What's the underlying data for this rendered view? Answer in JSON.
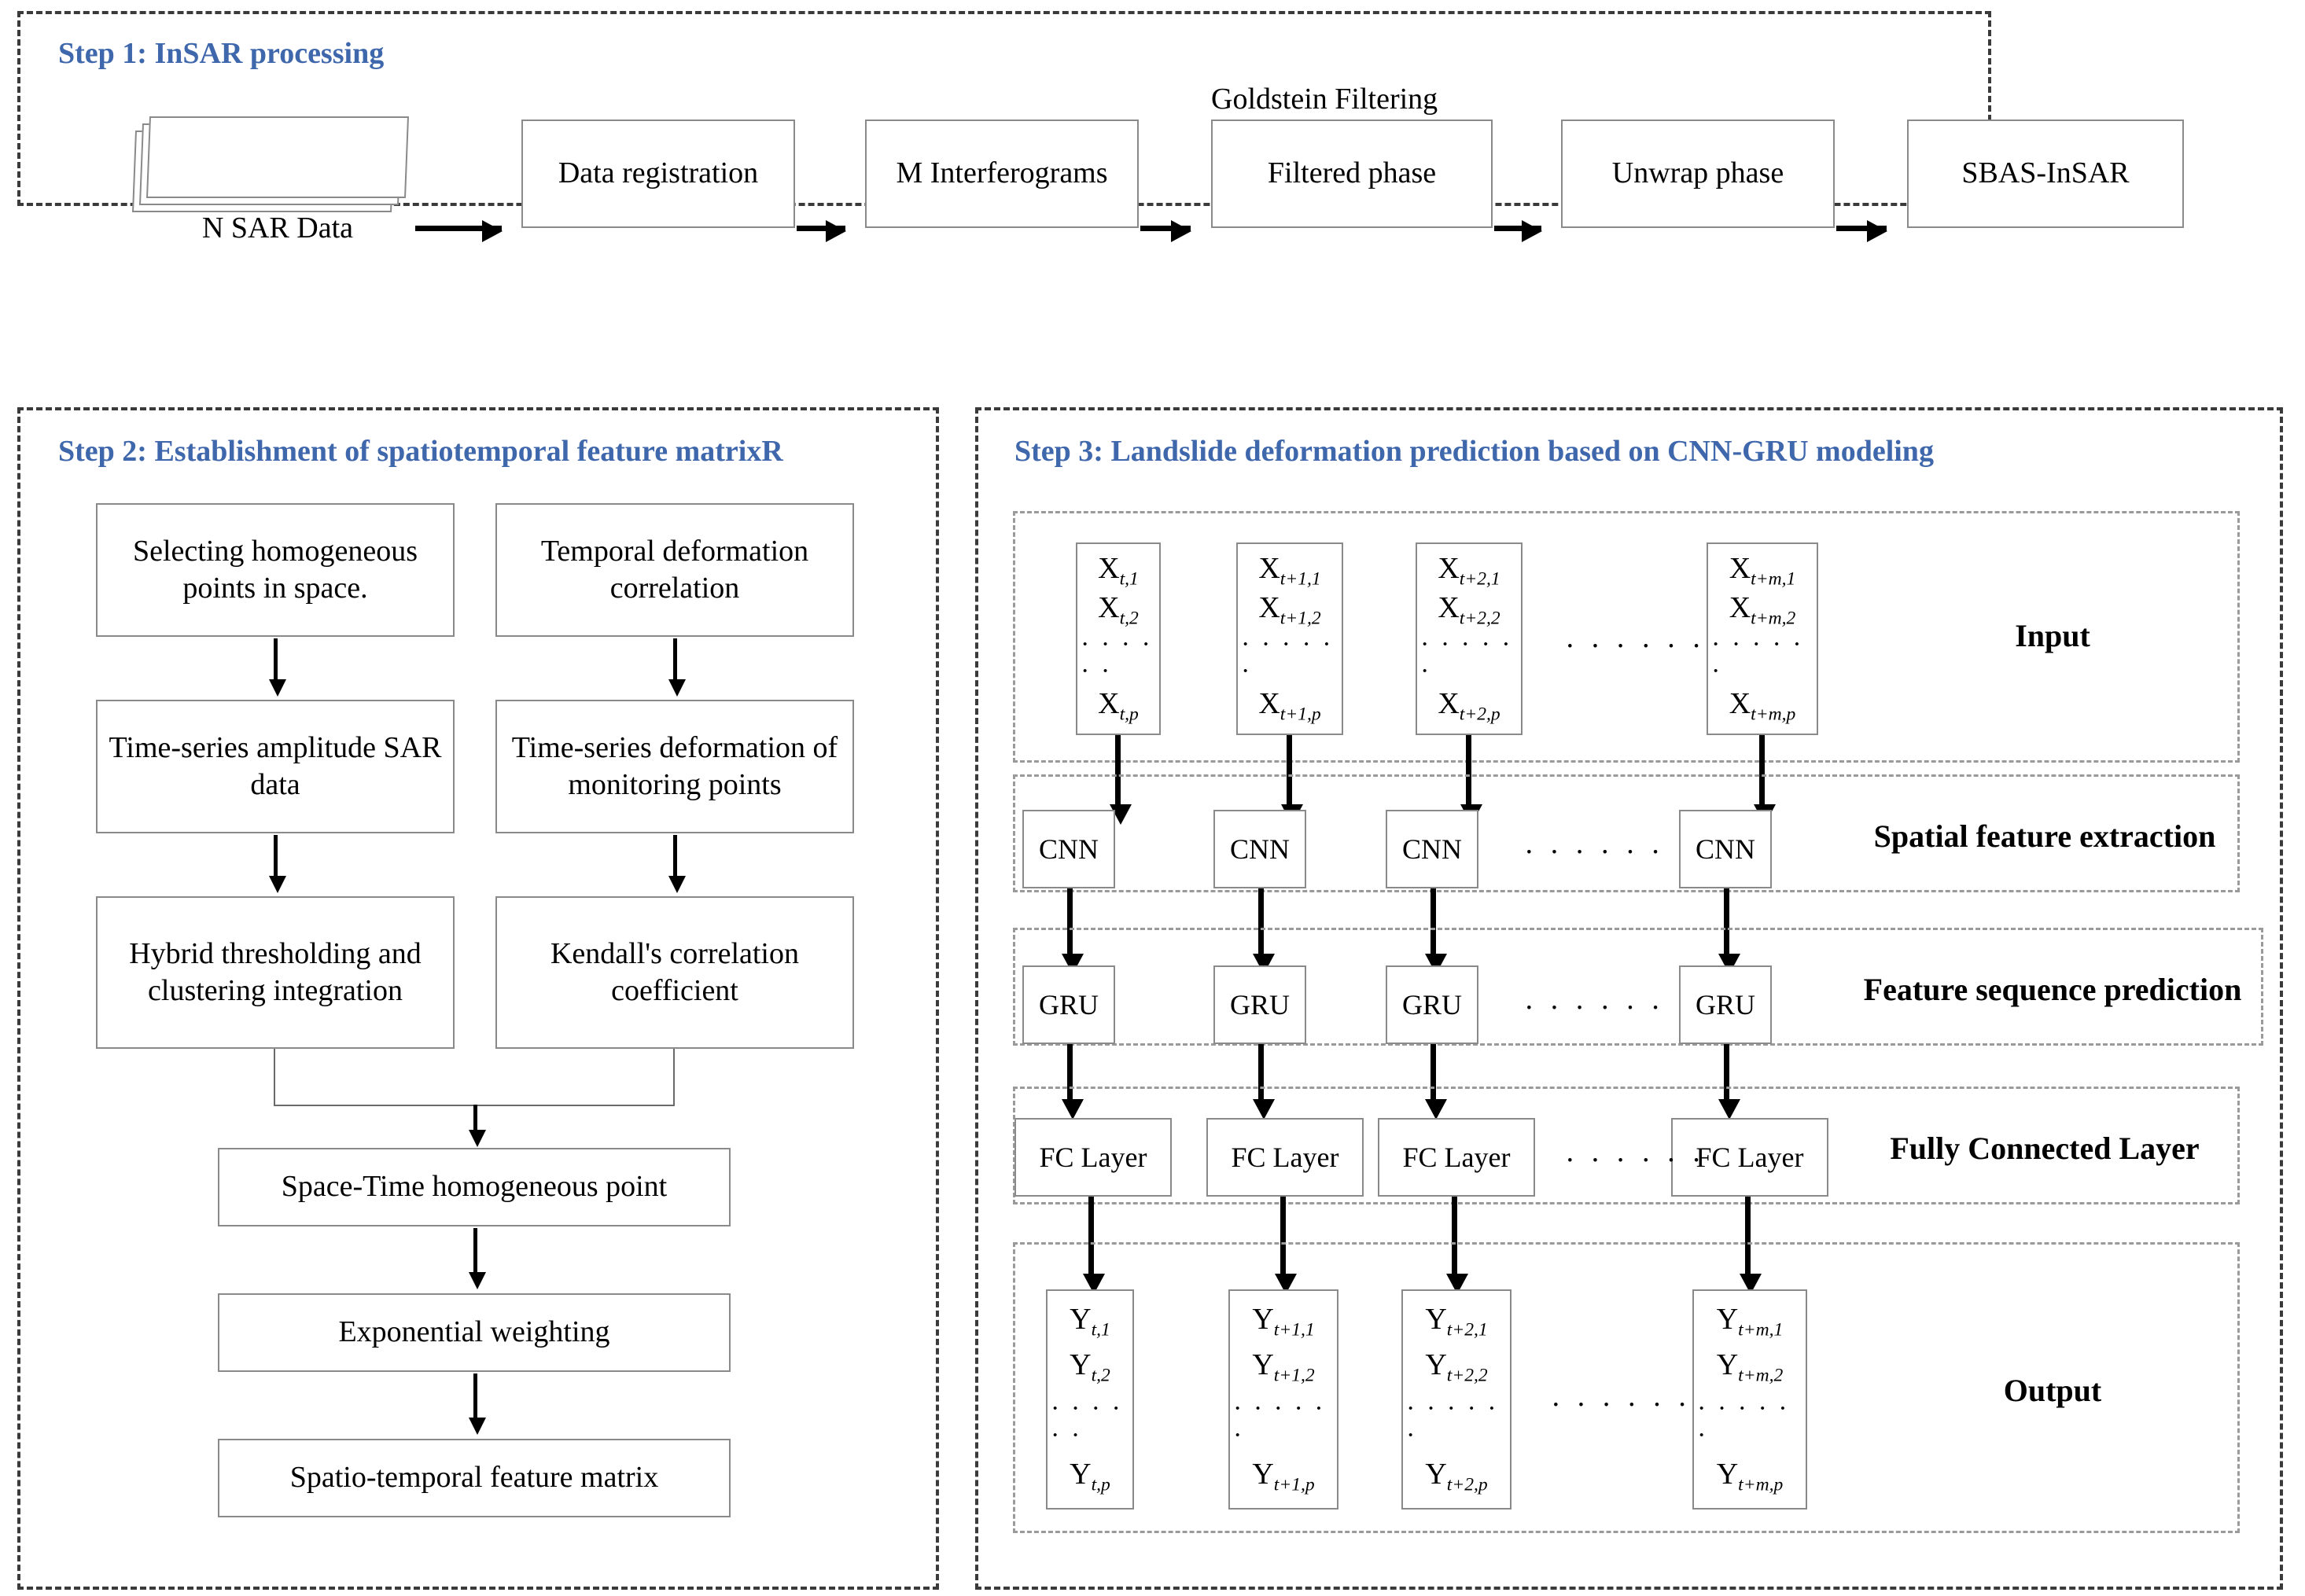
{
  "figure": {
    "steps": [
      {
        "label": "Step 1: InSAR processing"
      },
      {
        "label": "Step 2: Establishment of spatiotemporal feature matrixR"
      },
      {
        "label": "Step 3: Landslide deformation prediction based on CNN-GRU modeling"
      }
    ],
    "accent_color": "#3f67ac",
    "box_border_color": "#8a8a8a",
    "panel_border_color": "#3a3a3a"
  },
  "step1": {
    "annotation": "Goldstein Filtering",
    "nodes": [
      {
        "id": "n-sar-data",
        "label": "N SAR Data"
      },
      {
        "id": "data-registration",
        "label": "Data registration"
      },
      {
        "id": "m-interferograms",
        "label": "M Interferograms"
      },
      {
        "id": "filtered-phase",
        "label": "Filtered phase"
      },
      {
        "id": "unwrap-phase",
        "label": "Unwrap phase"
      },
      {
        "id": "sbas-insar",
        "label": "SBAS-InSAR"
      }
    ]
  },
  "step2": {
    "left_column": [
      {
        "id": "selecting-homogeneous-points",
        "label": "Selecting homogeneous points in space."
      },
      {
        "id": "time-series-amplitude-sar",
        "label": "Time-series amplitude SAR data"
      },
      {
        "id": "hybrid-thresholding",
        "label": "Hybrid thresholding and clustering integration"
      }
    ],
    "right_column": [
      {
        "id": "temporal-deformation-correlation",
        "label": "Temporal deformation correlation"
      },
      {
        "id": "time-series-deformation",
        "label": "Time-series deformation of monitoring points"
      },
      {
        "id": "kendalls-correlation-coefficient",
        "label": "Kendall's correlation coefficient"
      }
    ],
    "merged_column": [
      {
        "id": "space-time-homogeneous-point",
        "label": "Space-Time homogeneous point"
      },
      {
        "id": "exponential-weighting",
        "label": "Exponential weighting"
      },
      {
        "id": "spatio-temporal-feature-matrix",
        "label": "Spatio-temporal feature matrix"
      }
    ]
  },
  "step3": {
    "bands": [
      {
        "id": "input",
        "label": "Input"
      },
      {
        "id": "cnn",
        "label": "Spatial feature extraction"
      },
      {
        "id": "gru",
        "label": "Feature sequence prediction"
      },
      {
        "id": "fc",
        "label": "Fully Connected Layer"
      },
      {
        "id": "output",
        "label": "Output"
      }
    ],
    "ellipsis": "· · · · · ·",
    "vector_dots": "· · · · · ·",
    "input_vectors": [
      {
        "id": "x-t",
        "elements": [
          "X|t,1",
          "X|t,2",
          "X|t,p"
        ]
      },
      {
        "id": "x-t1",
        "elements": [
          "X|t+1,1",
          "X|t+1,2",
          "X|t+1,p"
        ]
      },
      {
        "id": "x-t2",
        "elements": [
          "X|t+2,1",
          "X|t+2,2",
          "X|t+2,p"
        ]
      },
      {
        "id": "x-tm",
        "elements": [
          "X|t+m,1",
          "X|t+m,2",
          "X|t+m,p"
        ]
      }
    ],
    "output_vectors": [
      {
        "id": "y-t",
        "elements": [
          "Y|t,1",
          "Y|t,2",
          "Y|t,p"
        ]
      },
      {
        "id": "y-t1",
        "elements": [
          "Y|t+1,1",
          "Y|t+1,2",
          "Y|t+1,p"
        ]
      },
      {
        "id": "y-t2",
        "elements": [
          "Y|t+2,1",
          "Y|t+2,2",
          "Y|t+2,p"
        ]
      },
      {
        "id": "y-tm",
        "elements": [
          "Y|t+m,1",
          "Y|t+m,2",
          "Y|t+m,p"
        ]
      }
    ],
    "cnn_cells": [
      "CNN",
      "CNN",
      "CNN",
      "CNN"
    ],
    "gru_cells": [
      "GRU",
      "GRU",
      "GRU",
      "GRU"
    ],
    "fc_cells": [
      "FC Layer",
      "FC Layer",
      "FC Layer",
      "FC Layer"
    ]
  }
}
